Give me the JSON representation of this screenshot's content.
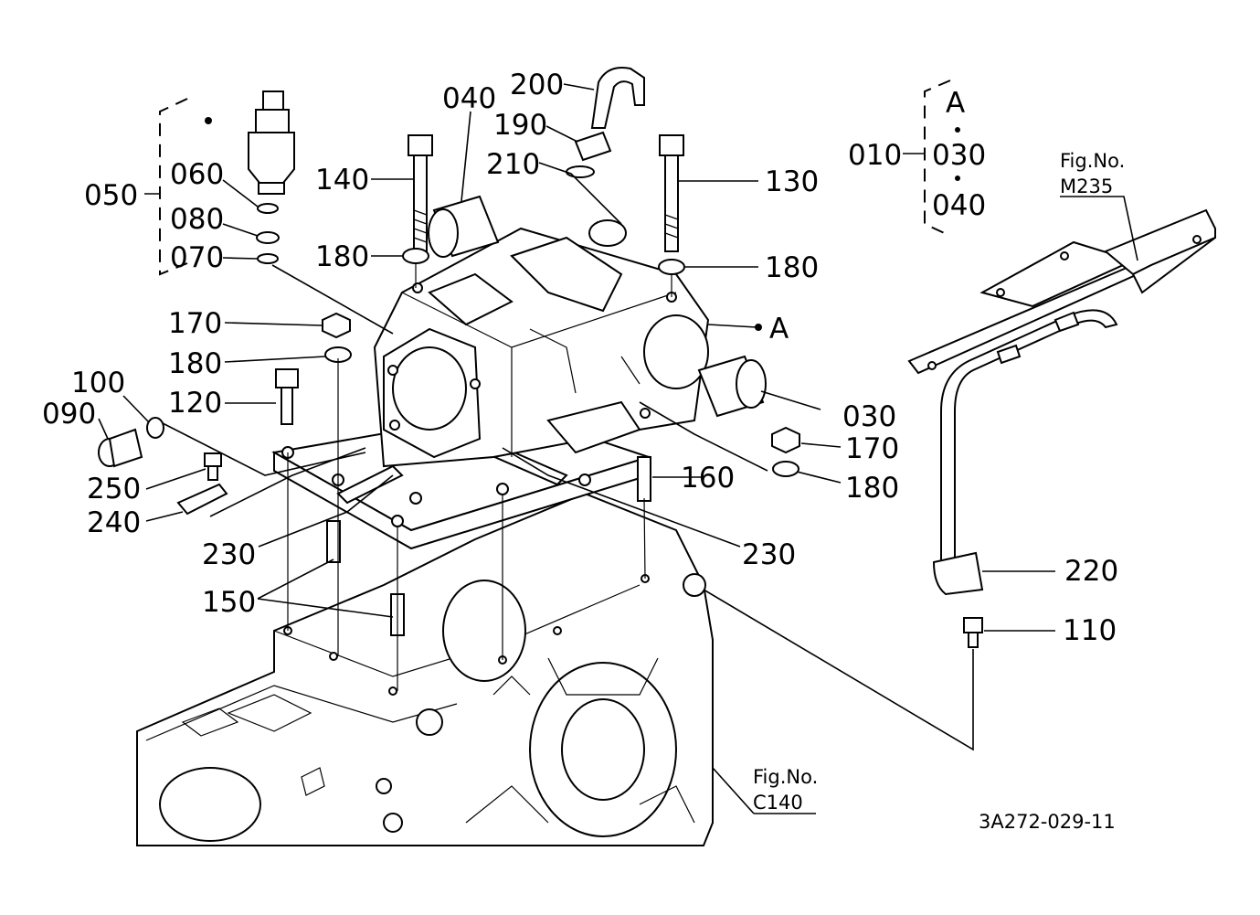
{
  "labels": {
    "p010": "010",
    "p030a": "030",
    "p040a": "040",
    "pA": "A",
    "p050": "050",
    "p060": "060",
    "p080": "080",
    "p070": "070",
    "p040": "040",
    "p200": "200",
    "p190": "190",
    "p210": "210",
    "p140": "140",
    "p130": "130",
    "p180a": "180",
    "p180b": "180",
    "p170a": "170",
    "p180c": "180",
    "p120": "120",
    "p100": "100",
    "p090": "090",
    "p250": "250",
    "p240": "240",
    "p230a": "230",
    "p150": "150",
    "p160": "160",
    "p230b": "230",
    "p030": "030",
    "p170b": "170",
    "p180d": "180",
    "p220": "220",
    "p110": "110",
    "calloutA": "A"
  },
  "refs": {
    "fig_no_label_top": "Fig.No.",
    "fig_m235": "M235",
    "fig_no_label_bottom": "Fig.No.",
    "fig_c140": "C140",
    "drawing_code": "3A272-029-11"
  }
}
